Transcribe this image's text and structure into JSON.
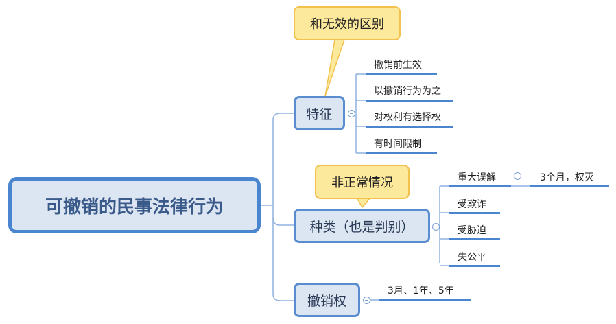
{
  "root": {
    "label": "可撤销的民事法律行为"
  },
  "branches": [
    {
      "label": "特征",
      "callout": "和无效的区别",
      "children": [
        "撤销前生效",
        "以撤销行为为之",
        "对权利有选择权",
        "有时间限制"
      ]
    },
    {
      "label": "种类（也是判别）",
      "callout": "非正常情况",
      "children": [
        "重大误解",
        "受欺诈",
        "受胁迫",
        "失公平"
      ],
      "sub_child": "3个月，权灭"
    },
    {
      "label": "撤销权",
      "children": [
        "3月、1年、5年"
      ]
    }
  ],
  "colors": {
    "node_border": "#5a8dd0",
    "node_fill": "#dce6f2",
    "callout_fill": "#fde99c",
    "callout_border": "#f2c14e",
    "line": "#4a86cf"
  }
}
